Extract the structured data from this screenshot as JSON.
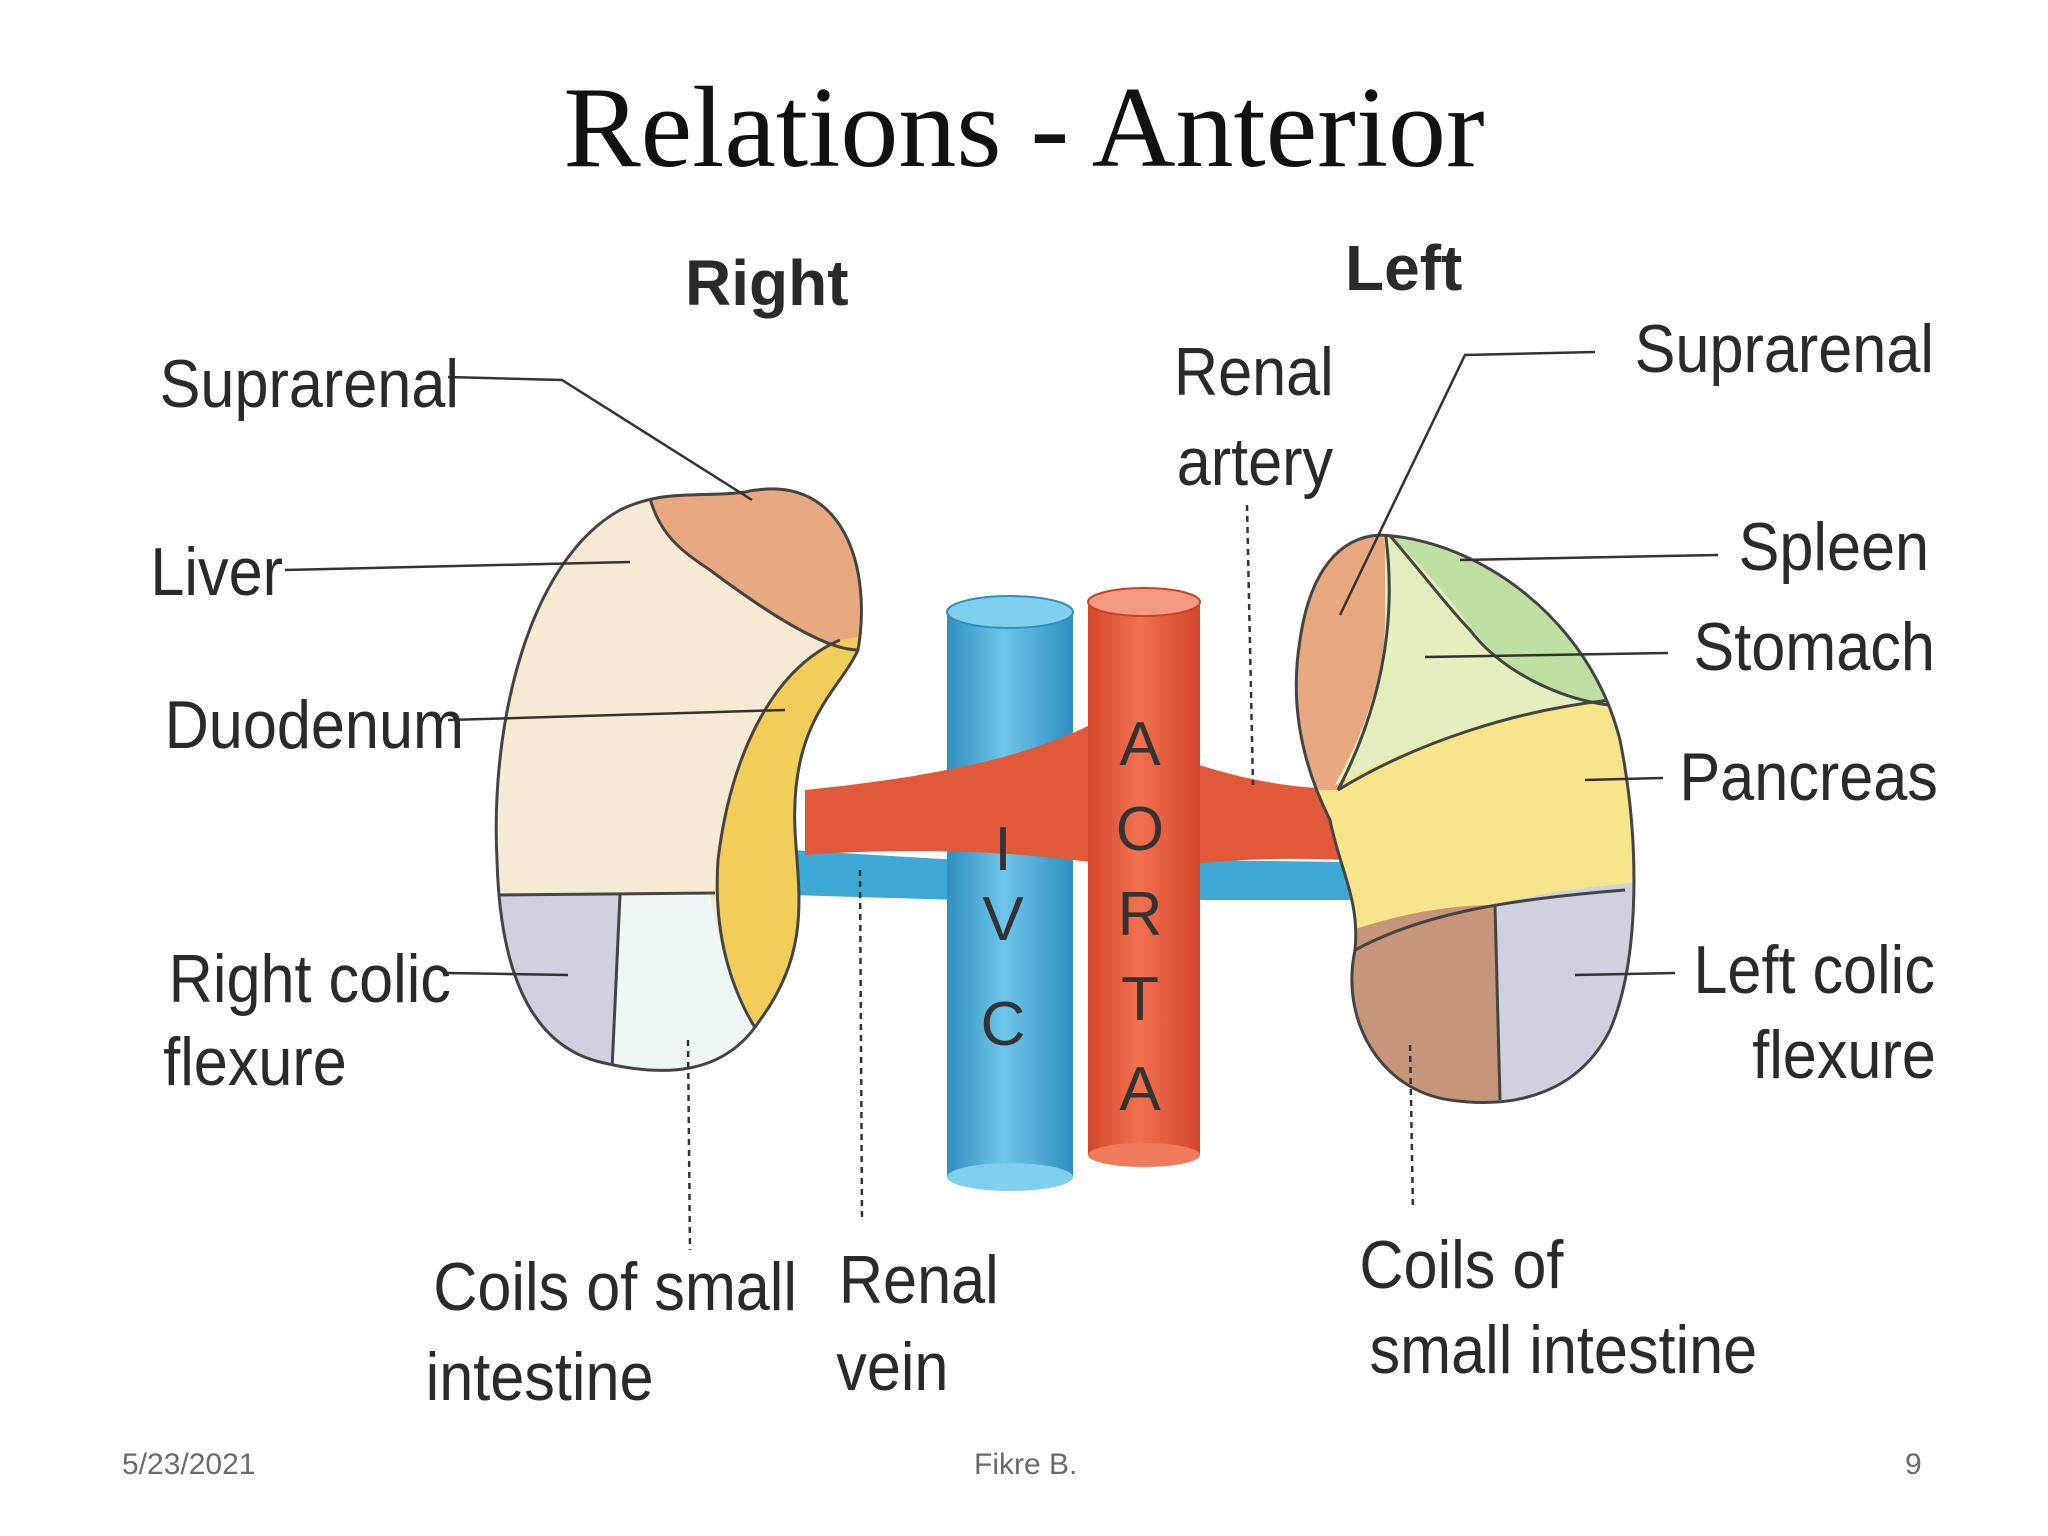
{
  "title": "Relations - Anterior",
  "sides": {
    "right": "Right",
    "left": "Left"
  },
  "labels": {
    "right_suprarenal": "Suprarenal",
    "liver": "Liver",
    "duodenum": "Duodenum",
    "right_colic_1": "Right colic",
    "right_colic_2": "flexure",
    "right_coils_1": "Coils of small",
    "right_coils_2": "intestine",
    "renal_vein_1": "Renal",
    "renal_vein_2": "vein",
    "renal_artery_1": "Renal",
    "renal_artery_2": "artery",
    "left_suprarenal": "Suprarenal",
    "spleen": "Spleen",
    "stomach": "Stomach",
    "pancreas": "Pancreas",
    "left_colic_1": "Left colic",
    "left_colic_2": "flexure",
    "left_coils_1": "Coils of",
    "left_coils_2": "small intestine"
  },
  "vessels": {
    "ivc": [
      "I",
      "V",
      "C"
    ],
    "aorta": [
      "A",
      "O",
      "R",
      "T",
      "A"
    ]
  },
  "footer": {
    "date": "5/23/2021",
    "author": "Fikre B.",
    "page": "9"
  },
  "colors": {
    "ivc": "#3fa9d6",
    "aorta": "#e2583a",
    "liver": "#f6ead2",
    "suprarenal": "#e8a981",
    "duodenum": "#f2cd5a",
    "colic": "#cfd1df",
    "coils_right": "#eef7f6",
    "spleen": "#bfe0a3",
    "stomach": "#e4efbd",
    "pancreas": "#f6e58a",
    "coils_left": "#c7957a"
  }
}
